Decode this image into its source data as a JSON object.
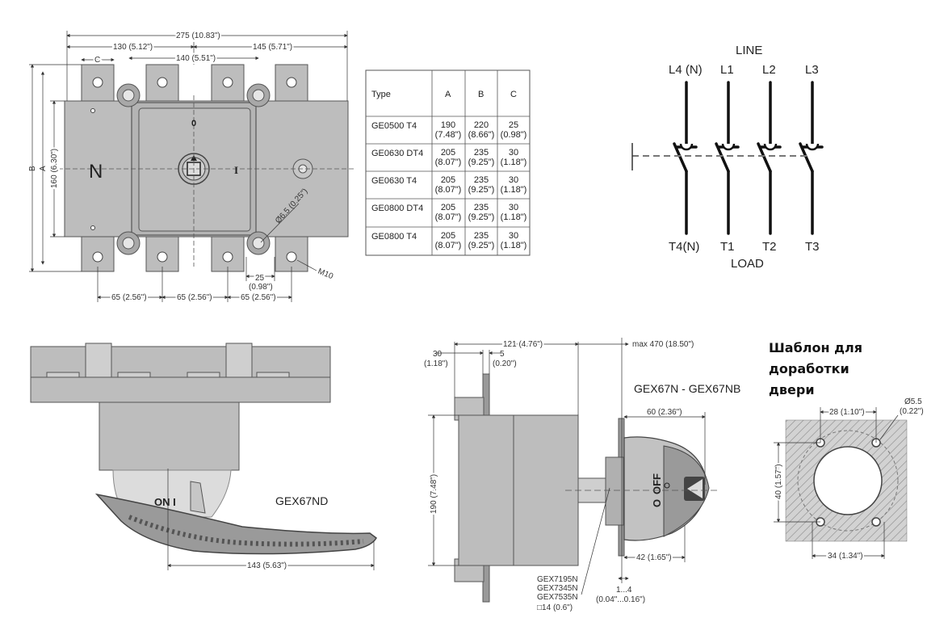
{
  "top_drawing": {
    "dims_top": {
      "overall": "275 (10.83\")",
      "left": "130 (5.12\")",
      "right": "145 (5.71\")",
      "inner": "140 (5.51\")",
      "c": "C"
    },
    "dims_left": {
      "b": "B",
      "a": "A",
      "height": "160 (6.30\")"
    },
    "dims_bottom": {
      "p1": "65 (2.56\")",
      "p2": "65 (2.56\")",
      "p3": "65 (2.56\")",
      "gap_mm": "25",
      "gap_in": "(0.98\")"
    },
    "hole": "Ø6.5 (0.25\")",
    "bolt": "M10",
    "pos_off": "0",
    "pos_on": "I",
    "neutral": "N"
  },
  "dimension_table": {
    "headers": [
      "Type",
      "A",
      "B",
      "C"
    ],
    "rows": [
      {
        "type": "GE0500 T4",
        "a": "190",
        "a_in": "(7.48\")",
        "b": "220",
        "b_in": "(8.66\")",
        "c": "25",
        "c_in": "(0.98\")"
      },
      {
        "type": "GE0630 DT4",
        "a": "205",
        "a_in": "(8.07\")",
        "b": "235",
        "b_in": "(9.25\")",
        "c": "30",
        "c_in": "(1.18\")"
      },
      {
        "type": "GE0630 T4",
        "a": "205",
        "a_in": "(8.07\")",
        "b": "235",
        "b_in": "(9.25\")",
        "c": "30",
        "c_in": "(1.18\")"
      },
      {
        "type": "GE0800 DT4",
        "a": "205",
        "a_in": "(8.07\")",
        "b": "235",
        "b_in": "(9.25\")",
        "c": "30",
        "c_in": "(1.18\")"
      },
      {
        "type": "GE0800 T4",
        "a": "205",
        "a_in": "(8.07\")",
        "b": "235",
        "b_in": "(9.25\")",
        "c": "30",
        "c_in": "(1.18\")"
      }
    ]
  },
  "schematic": {
    "line": "LINE",
    "load": "LOAD",
    "top_terminals": [
      "L4 (N)",
      "L1",
      "L2",
      "L3"
    ],
    "bottom_terminals": [
      "T4(N)",
      "T1",
      "T2",
      "T3"
    ]
  },
  "side_view": {
    "model": "GEX67ND",
    "handle_text": "ON I",
    "dim": "143 (5.63\")"
  },
  "handle_view": {
    "model": "GEX67N - GEX67NB",
    "d121": "121 (4.76\")",
    "dmax": "max 470 (18.50\")",
    "d30": "30",
    "d30_in": "(1.18\")",
    "d5": "5",
    "d5_in": "(0.20\")",
    "d60": "60 (2.36\")",
    "d190": "190 (7.48\")",
    "d42": "42 (1.65\")",
    "d14_mm": "1...4",
    "d14_in": "(0.04\"...0.16\")",
    "knob_off": "OFF",
    "knob_o": "O",
    "parts": [
      "GEX7195N",
      "GEX7345N",
      "GEX7535N",
      "□14 (0.6\")"
    ]
  },
  "template": {
    "title_line1": "Шаблон для доработки",
    "title_line2": "двери",
    "d28": "28 (1.10\")",
    "hole": "Ø5.5",
    "hole_in": "(0.22\")",
    "d40": "40 (1.57\")",
    "d34": "34 (1.34\")"
  }
}
